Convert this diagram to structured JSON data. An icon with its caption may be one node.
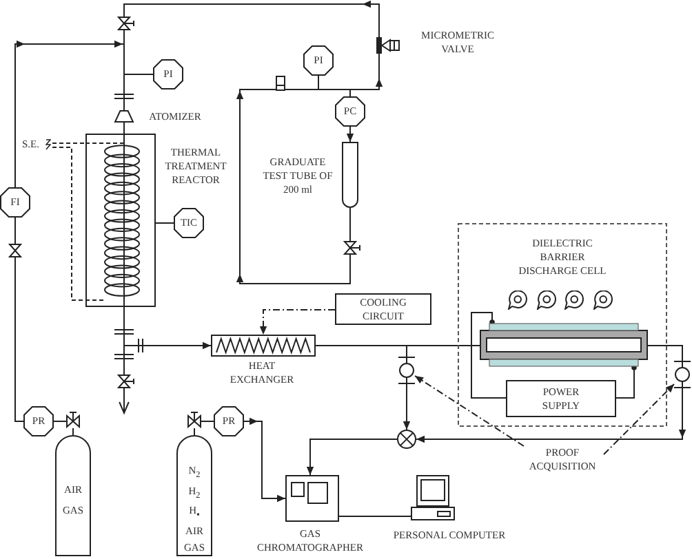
{
  "diagram": {
    "nodes": [
      {
        "text": [],
        "shape": "valve"
      },
      {
        "text": [],
        "shape": "valve",
        "beside": [
          "MICROMETRIC VALVE"
        ]
      },
      {
        "text": [
          "PI"
        ]
      },
      {
        "text": [
          "PI"
        ]
      },
      {
        "text": [
          "PC"
        ]
      },
      {
        "text": [],
        "shape": "trapezoid",
        "beside": [
          "ATOMIZER"
        ]
      },
      {
        "text": [
          "S.E."
        ]
      },
      {
        "text": [],
        "shape": "box",
        "beside": [
          "THERMAL TREATMENT REACTOR"
        ]
      },
      {
        "text": [],
        "shape": "tube",
        "beside": [
          "GRADUATE TEST TUBE OF 200 ml"
        ]
      },
      {
        "text": [
          "FI"
        ]
      },
      {
        "text": [
          "TIC"
        ]
      },
      {
        "text": [
          "DIELECTRIC BARRIER DISCHARGE CELL"
        ]
      },
      {
        "text": [],
        "shape": "bar",
        "in": 11
      },
      {
        "text": [
          "POWER SUPPLY"
        ],
        "in": 11
      },
      {
        "text": [],
        "shape": "valve"
      },
      {
        "text": [],
        "shape": "valve"
      },
      {
        "text": [
          "COOLING CIRCUIT"
        ]
      },
      {
        "text": [],
        "shape": "box",
        "beside": [
          "HEAT EXCHANGER"
        ]
      },
      {
        "text": [],
        "shape": "circle"
      },
      {
        "text": [],
        "shape": "circle"
      },
      {
        "text": [],
        "shape": "valve"
      },
      {
        "text": [
          "PR"
        ]
      },
      {
        "text": [],
        "shape": "valve"
      },
      {
        "text": [],
        "shape": "valve"
      },
      {
        "text": [
          "PR"
        ]
      },
      {
        "text": [],
        "shape": "circle"
      },
      {
        "text": [
          "PROOF ACQUISITION"
        ]
      },
      {
        "text": [
          "AIR GAS"
        ]
      },
      {
        "text": [
          "N$_{2}$ H$_{2}$ H$_{▪}$ AIR GAS"
        ]
      },
      {
        "text": [],
        "shape": "picture",
        "beside": [
          "GAS CHROMATOGRAPHER"
        ]
      },
      {
        "text": [],
        "shape": "picture",
        "beside": [
          "PERSONAL COMPUTER"
        ]
      }
    ],
    "edges": [
      {
        "from": 27,
        "to": 22,
        "arrow": "none"
      },
      {
        "from": 22,
        "to": 21,
        "arrow": "none"
      },
      {
        "from": 21,
        "to": 14,
        "arrow": "none"
      },
      {
        "from": 14,
        "to": 9,
        "arrow": "none"
      },
      {
        "from": 9,
        "to": 5,
        "arrow": "to"
      },
      {
        "from": 8,
        "to": 15,
        "arrow": "none"
      },
      {
        "from": 15,
        "to": 1,
        "arrow": "to"
      },
      {
        "from": 2,
        "to": 1,
        "arrow": "to"
      },
      {
        "from": 4,
        "to": 1,
        "arrow": "to"
      },
      {
        "from": 4,
        "to": 8,
        "arrow": "to"
      },
      {
        "from": 1,
        "to": 0,
        "arrow": "to"
      },
      {
        "from": 0,
        "to": 5,
        "arrow": "none"
      },
      {
        "from": 3,
        "to": 5,
        "arrow": "none"
      },
      {
        "from": 5,
        "to": 7,
        "arrow": "none"
      },
      {
        "from": 6,
        "to": 7,
        "arrow": "none",
        "style": "dashed"
      },
      {
        "from": 6,
        "to": 7,
        "arrow": "none",
        "style": "dashed"
      },
      {
        "from": 7,
        "to": 10,
        "arrow": "none"
      },
      {
        "from": 7,
        "to": 17,
        "arrow": "to"
      },
      {
        "from": 7,
        "to": 20,
        "arrow": "none"
      },
      {
        "from": 20,
        "to": null,
        "arrow": "to"
      },
      {
        "from": 16,
        "to": 17,
        "arrow": "to",
        "style": "dashed"
      },
      {
        "from": 17,
        "to": 12,
        "arrow": "none"
      },
      {
        "from": 17,
        "to": 18,
        "arrow": "none"
      },
      {
        "from": 12,
        "to": 19,
        "arrow": "none"
      },
      {
        "from": 13,
        "to": 12,
        "arrow": "other"
      },
      {
        "from": 13,
        "to": 12,
        "arrow": "other"
      },
      {
        "from": 18,
        "to": 25,
        "arrow": "to"
      },
      {
        "from": 19,
        "to": 25,
        "arrow": "to"
      },
      {
        "from": 25,
        "to": 29,
        "arrow": "to"
      },
      {
        "from": 28,
        "to": 23,
        "arrow": "none"
      },
      {
        "from": 23,
        "to": 24,
        "arrow": "none"
      },
      {
        "from": 24,
        "to": 29,
        "arrow": "to"
      },
      {
        "from": 29,
        "to": 30,
        "arrow": "none"
      },
      {
        "from": 26,
        "to": 18,
        "arrow": "to",
        "style": "dashed"
      },
      {
        "from": 26,
        "to": 19,
        "arrow": "to",
        "style": "dashed"
      }
    ]
  }
}
